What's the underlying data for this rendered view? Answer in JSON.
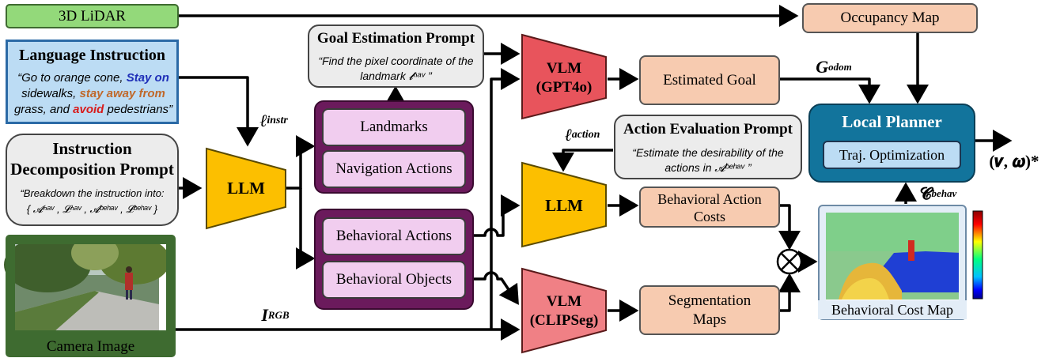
{
  "inputs": {
    "lidar": "3D LiDAR",
    "language_title": "Language Instruction",
    "language_text": {
      "q_open": "“Go to orange cone, ",
      "stay_on": "Stay on",
      "mid1": " sidewalks, ",
      "stay_away": "stay away from",
      "mid2": " grass, and ",
      "avoid": "avoid",
      "end": " pedestrians”"
    },
    "decomp_title_1": "Instruction",
    "decomp_title_2": "Decomposition Prompt",
    "decomp_text_1": "“Breakdown the instruction into:",
    "decomp_text_2": "{ 𝓐ⁿᵃᵛ , 𝓛ⁿᵃᵛ , 𝓐ᵇᵉʰᵃᵛ , 𝓛ᵇᵉʰᵃᵛ }",
    "camera": "Camera Image"
  },
  "models": {
    "llm_main": "LLM",
    "vlm_gpt": "VLM",
    "vlm_gpt_sub": "(GPT4o)",
    "llm_action": "LLM",
    "vlm_clip": "VLM",
    "vlm_clip_sub": "(CLIPSeg)"
  },
  "prompts": {
    "goal_title": "Goal Estimation Prompt",
    "goal_text_1": "“Find the pixel coordinate of the",
    "goal_text_2": "landmark 𝓵ⁿᵃᵛ ”",
    "action_title": "Action Evaluation Prompt",
    "action_text_1": "“Estimate the desirability of the",
    "action_text_2": "actions in 𝓐ᵇᵉʰᵃᵛ ”"
  },
  "decomposition": {
    "nav": [
      "Landmarks",
      "Navigation Actions"
    ],
    "behav": [
      "Behavioral Actions",
      "Behavioral Objects"
    ]
  },
  "outputs": {
    "occupancy": "Occupancy Map",
    "estimated_goal": "Estimated Goal",
    "behav_costs_1": "Behavioral Action",
    "behav_costs_2": "Costs",
    "seg_maps_1": "Segmentation",
    "seg_maps_2": "Maps",
    "local_planner": "Local Planner",
    "traj_opt": "Traj. Optimization",
    "cost_map": "Behavioral Cost Map",
    "result": "(𝒗, 𝝎)*"
  },
  "edge_labels": {
    "l_instr": "ℓ",
    "l_instr_sub": "instr",
    "l_action": "ℓ",
    "l_action_sub": "action",
    "i_rgb": "I",
    "i_rgb_sub": "RGB",
    "g_odom": "G",
    "g_odom_sub": "odom",
    "c_behav": "𝓒",
    "c_behav_sub": "behav",
    "otimes": "⊗"
  },
  "colors": {
    "green": "#93d97a",
    "blue_box": "#bcdcf4",
    "grey_box": "#ececec",
    "purple": "#6b1a5c",
    "pink": "#f1cdef",
    "llm_yellow": "#fcbf00",
    "vlm_red": "#e8545c",
    "vlm_pink": "#f08085",
    "peach": "#f7cbb0",
    "planner_blue": "#12749c",
    "traj_blue": "#8fbde6",
    "stay_on": "#1f2fb8",
    "stay_away": "#c0682a",
    "avoid": "#d81b1b"
  }
}
